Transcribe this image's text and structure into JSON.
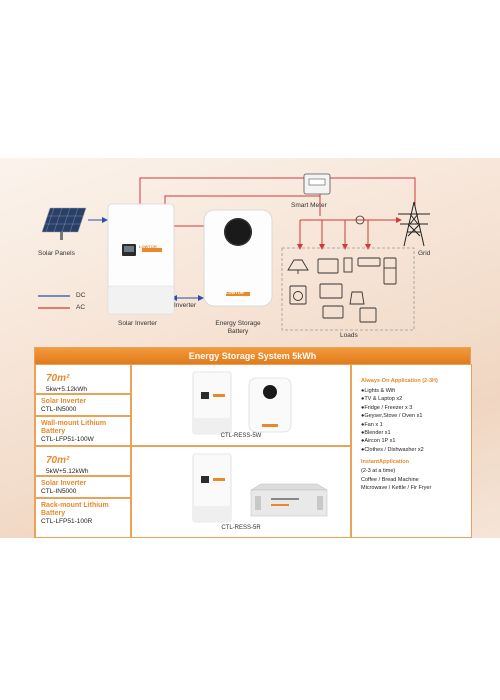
{
  "diagram": {
    "solar_panels": "Solar Panels",
    "solar_inverter": "Solar Inverter",
    "inverter": "Inverter",
    "energy_storage_battery": "Energy Storage\nBattery",
    "smart_meter": "Smart Meter",
    "grid": "Grid",
    "loads": "Loads",
    "brand": "LOWTOR",
    "legend": [
      {
        "label": "DC",
        "color": "#2b4fa8"
      },
      {
        "label": "AC",
        "color": "#d23a3a"
      }
    ],
    "colors": {
      "dc": "#2b4fa8",
      "ac": "#d23a3a",
      "accent": "#e8892b"
    }
  },
  "table": {
    "title": "Energy Storage System 5kWh",
    "rows": [
      {
        "area": "70m²",
        "capacity": "5kw+5.12kWh",
        "inverter_title": "Solar Inverter",
        "inverter_model": "CTL-IN5000",
        "battery_title": "Wall-mount Lithium Battery",
        "battery_model": "CTL-LFP51-100W",
        "system_model": "CTL-RESS-5W"
      },
      {
        "area": "70m²",
        "capacity": "5kW+5.12kWh",
        "inverter_title": "Solar Inverter",
        "inverter_model": "CTL-IN5000",
        "battery_title": "Rack-mount Lithium Battery",
        "battery_model": "CTL-LFP51-100R",
        "system_model": "CTL-RESS-5R"
      }
    ],
    "applications": {
      "always_on_title": "Always-On Application (2-3H)",
      "always_on_items": [
        "●Lights & Wifi",
        "●TV & Laptop x2",
        "●Fridge / Freezer x 3",
        "●Geyser,Stove / Oven x1",
        "●Fan x 1",
        "●Blender x1",
        "●Aircon 1P x1",
        "●Clothes / Dishwasher x2"
      ],
      "instant_title": "InstantApplication",
      "instant_items": [
        "(2-3 at a time)",
        "Coffee / Bread Machine",
        "Microwave / Kettle / Fir Fryer"
      ]
    }
  }
}
